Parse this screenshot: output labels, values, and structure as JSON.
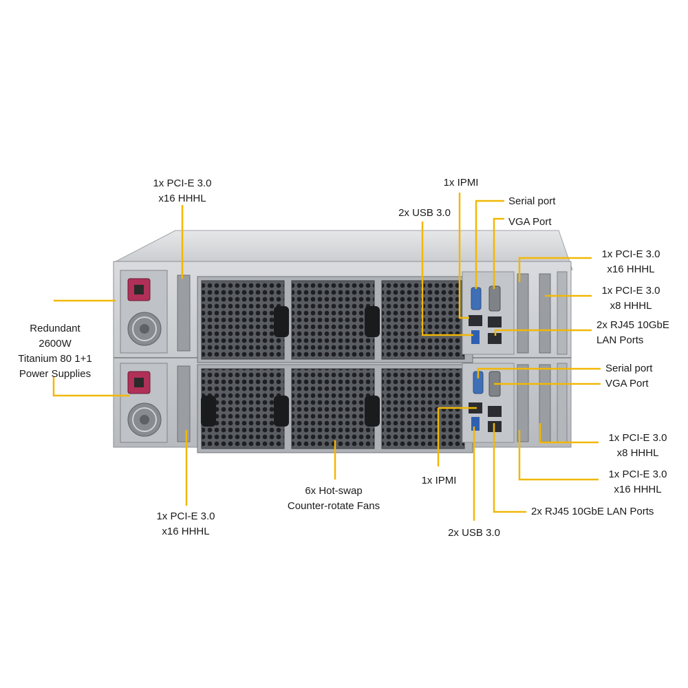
{
  "colors": {
    "leader": "#f2b705",
    "chassis": "#c9ccd0",
    "chassis_dark": "#8a8e93",
    "fan_grill": "#4a4d52",
    "text": "#1a1a1a"
  },
  "labels": {
    "pcie_top_left": "1x PCI-E 3.0\nx16 HHHL",
    "ipmi_top": "1x IPMI",
    "usb_top": "2x USB 3.0",
    "serial_top": "Serial port",
    "vga_top": "VGA Port",
    "pcie_top_right_x16": "1x PCI-E 3.0\nx16 HHHL",
    "pcie_top_right_x8": "1x PCI-E 3.0\nx8 HHHL",
    "rj45_top": "2x RJ45 10GbE\nLAN Ports",
    "psu": "Redundant\n2600W\nTitanium 80 1+1\nPower Supplies",
    "serial_bottom": "Serial port",
    "vga_bottom": "VGA Port",
    "pcie_bottom_right_x8": "1x PCI-E 3.0\nx8 HHHL",
    "pcie_bottom_right_x16": "1x PCI-E 3.0\nx16 HHHL",
    "rj45_bottom": "2x RJ45 10GbE LAN Ports",
    "ipmi_bottom": "1x IPMI",
    "usb_bottom": "2x USB 3.0",
    "fans": "6x Hot-swap\nCounter-rotate Fans",
    "pcie_bottom_left": "1x PCI-E 3.0\nx16 HHHL"
  },
  "icons": [
    "power-inlet-icon",
    "psu-fan-icon",
    "chassis-fan-icon",
    "usb-port-icon",
    "rj45-port-icon",
    "serial-port-icon",
    "vga-port-icon",
    "pcie-slot-icon"
  ]
}
